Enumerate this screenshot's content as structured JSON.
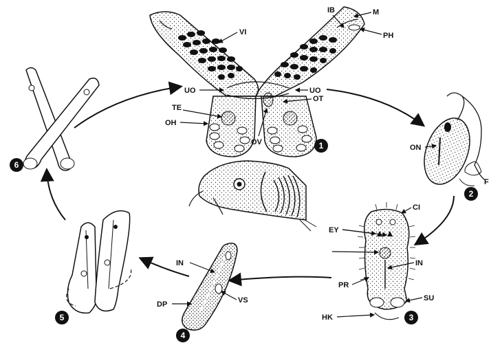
{
  "labels": {
    "vi": "VI",
    "ib": "IB",
    "m": "M",
    "ph": "PH",
    "uo_left": "UO",
    "uo_right": "UO",
    "te": "TE",
    "ot": "OT",
    "oh": "OH",
    "ov": "OV",
    "on": "ON",
    "f": "F",
    "ci": "CI",
    "ey": "EY",
    "in_3": "IN",
    "pr": "PR",
    "su": "SU",
    "hk": "HK",
    "in_4": "IN",
    "dp": "DP",
    "vs": "VS"
  },
  "stages": [
    "1",
    "2",
    "3",
    "4",
    "5",
    "6"
  ]
}
